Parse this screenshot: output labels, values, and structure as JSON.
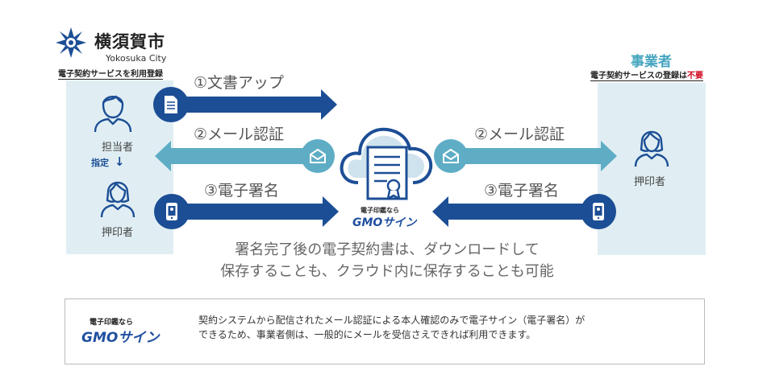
{
  "city": {
    "name": "横須賀市",
    "english": "Yokosuka City",
    "sub_label": "電子契約サービスを利用登録"
  },
  "left_panel": {
    "person_top_label": "担当者",
    "designate_label": "指定",
    "designate_arrow": "↓",
    "person_bottom_label": "押印者"
  },
  "business": {
    "title": "事業者",
    "sub_label_prefix": "電子契約サービスの登録は",
    "sub_label_emphasis": "不要",
    "person_label": "押印者"
  },
  "steps": {
    "step1": "①文書アップ",
    "step2_left": "②メール認証",
    "step2_right": "②メール認証",
    "step3_left": "③電子署名",
    "step3_right": "③電子署名"
  },
  "center_logo": {
    "top": "電子印鑑なら",
    "brand": "GMOサイン"
  },
  "caption": {
    "line1": "署名完了後の電子契約書は、ダウンロードして",
    "line2": "保存することも、クラウド内に保存することも可能"
  },
  "note": {
    "logo_top": "電子印鑑なら",
    "logo_brand": "GMOサイン",
    "line1": "契約システムから配信されたメール認証による本人確認のみで電子サイン（電子署名）が",
    "line2": "できるため、事業者側は、一般的にメールを受信さえできれば利用できます。"
  },
  "colors": {
    "navy_arrow": "#1c4e95",
    "teal_arrow": "#5eadc5",
    "panel_bg": "#e0eef3",
    "person_outline": "#1c4e95",
    "emphasis_red": "#d0021b",
    "business_title": "#45a5bf"
  }
}
